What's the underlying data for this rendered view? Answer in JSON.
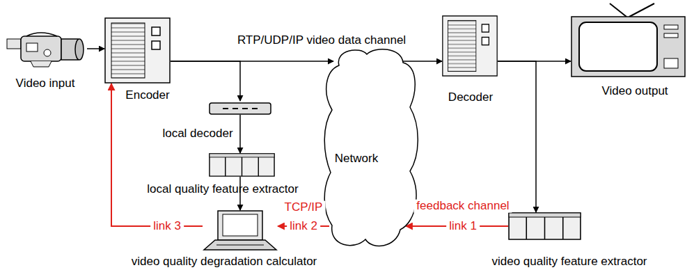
{
  "diagram": {
    "nodes": [
      {
        "text": [
          "Video input"
        ]
      },
      {
        "text": [
          "Encoder"
        ]
      },
      {
        "text": [
          "local decoder"
        ]
      },
      {
        "text": [
          "local quality feature extractor"
        ]
      },
      {
        "text": [
          "video quality degradation calculator"
        ]
      },
      {
        "text": [
          "Network"
        ]
      },
      {
        "text": [
          "Decoder"
        ]
      },
      {
        "text": [
          "Video output"
        ]
      },
      {
        "text": [
          "video quality feature extractor"
        ]
      }
    ],
    "edges": [
      {
        "from": 0,
        "to": 1,
        "arrow": "to"
      },
      {
        "from": 1,
        "to": 5,
        "label": "RTP/UDP/IP video data channel",
        "arrow": "to"
      },
      {
        "from": 1,
        "to": 2,
        "arrow": "to"
      },
      {
        "from": 2,
        "to": 3,
        "arrow": "to"
      },
      {
        "from": 3,
        "to": 4,
        "arrow": "to"
      },
      {
        "from": 5,
        "to": 6,
        "arrow": "to"
      },
      {
        "from": 6,
        "to": 7,
        "arrow": "to"
      },
      {
        "from": 6,
        "to": 8,
        "arrow": "to"
      },
      {
        "from": 8,
        "to": 5,
        "label": "link 1",
        "arrow": "to"
      },
      {
        "from": 5,
        "to": 4,
        "label": "link 2",
        "arrow": "to"
      },
      {
        "from": 4,
        "to": 1,
        "label": "link 3",
        "arrow": "to"
      }
    ],
    "labels": [
      "TCP/IP",
      "feedback channel"
    ]
  }
}
